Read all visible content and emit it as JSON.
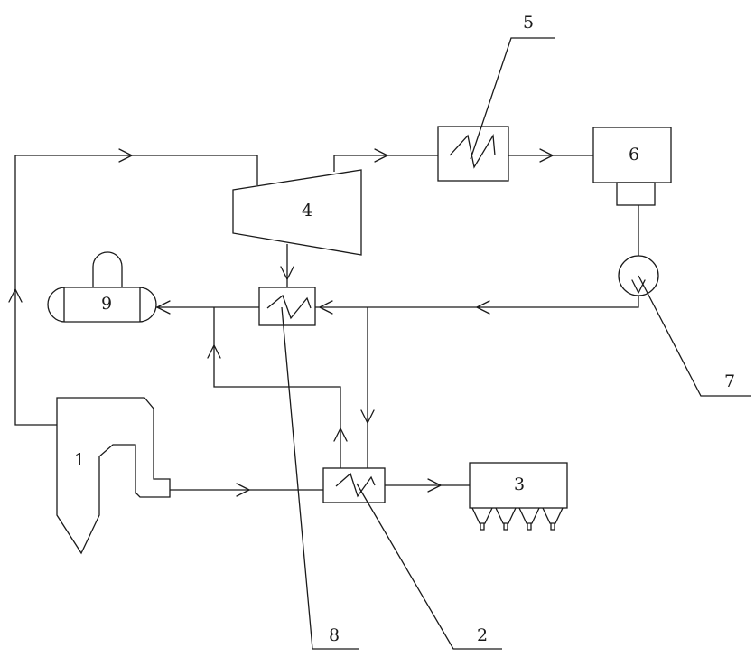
{
  "labels": {
    "boiler": "1",
    "flue_gas_heater": "2",
    "dust_collector": "3",
    "turbine": "4",
    "condenser": "5",
    "generator_unit": "6",
    "pump": "7",
    "feedwater_heater": "8",
    "deaerator": "9"
  },
  "colors": {
    "line": "#1a1a1a",
    "background": "#ffffff"
  }
}
